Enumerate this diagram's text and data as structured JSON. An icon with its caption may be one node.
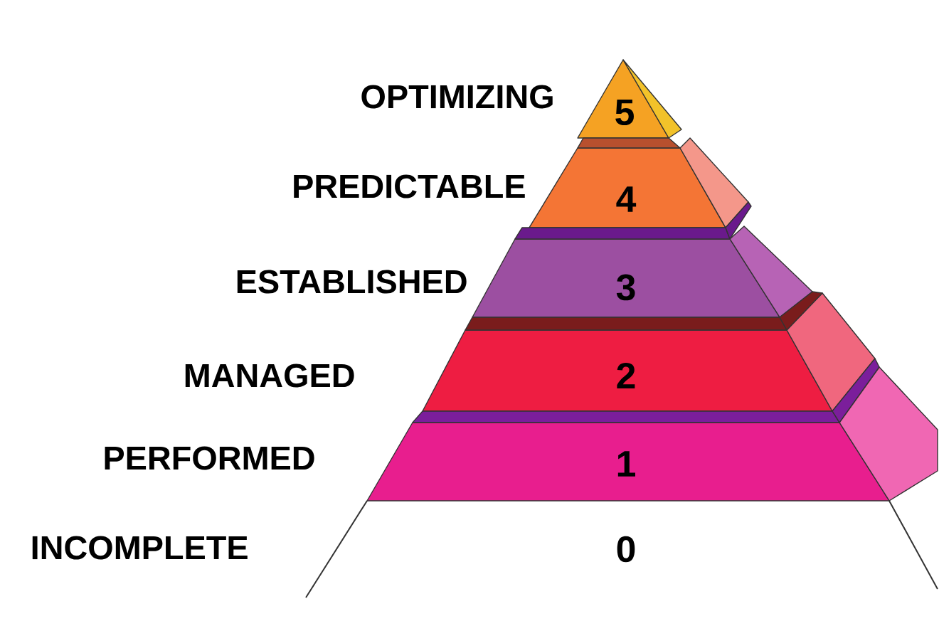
{
  "diagram": {
    "nodes": [
      {
        "text": [
          "5"
        ]
      },
      {
        "text": [
          "4"
        ]
      },
      {
        "text": [
          "3"
        ]
      },
      {
        "text": [
          "2"
        ]
      },
      {
        "text": [
          "1"
        ]
      },
      {
        "text": [
          "0"
        ]
      }
    ],
    "labels": [
      "OPTIMIZING",
      "PREDICTABLE",
      "ESTABLISHED",
      "MANAGED",
      "PERFORMED",
      "INCOMPLETE"
    ]
  }
}
